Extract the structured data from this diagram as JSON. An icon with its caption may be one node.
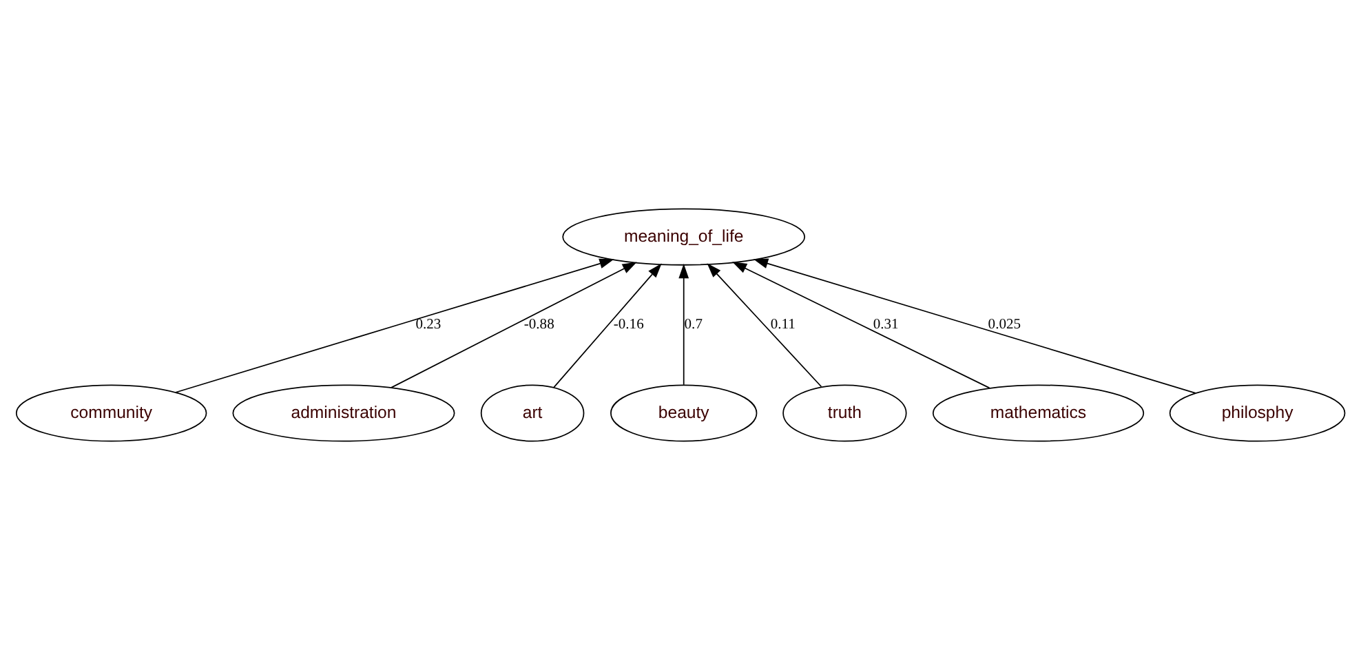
{
  "diagram": {
    "nodes": [
      {
        "text": [
          "meaning_of_life"
        ]
      },
      {
        "text": [
          "community"
        ]
      },
      {
        "text": [
          "administration"
        ]
      },
      {
        "text": [
          "art"
        ]
      },
      {
        "text": [
          "beauty"
        ]
      },
      {
        "text": [
          "truth"
        ]
      },
      {
        "text": [
          "mathematics"
        ]
      },
      {
        "text": [
          "philosphy"
        ]
      }
    ],
    "edges": [
      {
        "from": 2,
        "to": 0,
        "arrow": "to",
        "label": "-0.88"
      },
      {
        "from": 4,
        "to": 0,
        "arrow": "to",
        "label": "0.7"
      },
      {
        "from": 5,
        "to": 0,
        "arrow": "to",
        "label": "0.11"
      },
      {
        "from": 7,
        "to": 0,
        "arrow": "to",
        "label": "0.025"
      },
      {
        "from": 6,
        "to": 0,
        "arrow": "to",
        "label": "0.31"
      },
      {
        "from": 3,
        "to": 0,
        "arrow": "to",
        "label": "-0.16"
      },
      {
        "from": 1,
        "to": 0,
        "arrow": "to",
        "label": "0.23"
      }
    ]
  }
}
